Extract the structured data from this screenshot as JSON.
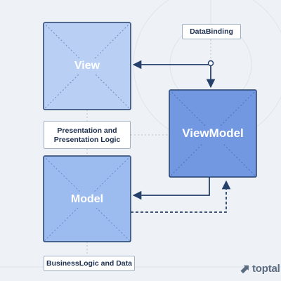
{
  "boxes": {
    "view": {
      "label": "View"
    },
    "viewmodel": {
      "label": "ViewModel"
    },
    "model": {
      "label": "Model"
    }
  },
  "labels": {
    "databinding": "DataBinding",
    "presentation_line1": "Presentation and",
    "presentation_line2": "Presentation Logic",
    "business": "BusinessLogic and Data"
  },
  "logo": {
    "text": "toptal"
  },
  "colors": {
    "background": "#eef2f6",
    "view_fill": "#b9d0f4",
    "model_fill": "#9cbcf0",
    "viewmodel_fill": "#7298e2",
    "box_border": "#25406b",
    "arrow": "#25406b",
    "label_text": "#1d2f4f"
  }
}
